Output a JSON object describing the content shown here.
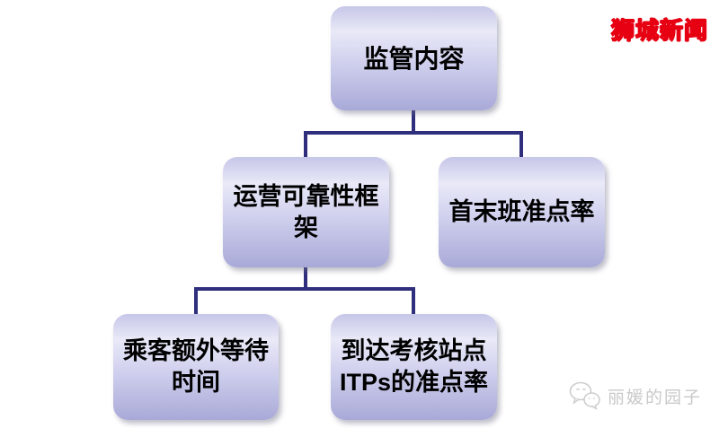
{
  "page": {
    "background_color": "#ffffff",
    "description": "Hierarchy diagram of metro regulation content"
  },
  "badge": {
    "text": "狮城新闻",
    "fill_color": "#ffff00",
    "outline_color": "#e60012"
  },
  "watermark": {
    "text": "丽媛的园子",
    "color": "#c9c9c9",
    "icon": "wechat-chat-bubbles-icon"
  },
  "diagram": {
    "type": "org-chart",
    "connector_color": "#2f2f7d",
    "box_gradient": [
      "#c6c6e8",
      "#e9e9f8",
      "#a9a9d8"
    ],
    "text_color": "#000000",
    "nodes": [
      {
        "id": "root",
        "label": "监管内容",
        "lines": [
          "监管内容"
        ],
        "parent": null
      },
      {
        "id": "reliability",
        "label": "运营可靠性框架",
        "lines": [
          "运营可靠性框",
          "架"
        ],
        "parent": "root"
      },
      {
        "id": "first-last",
        "label": "首末班准点率",
        "lines": [
          "首末班准点率"
        ],
        "parent": "root"
      },
      {
        "id": "ewt",
        "label": "乘客额外等待时间",
        "lines": [
          "乘客额外等待",
          "时间"
        ],
        "parent": "reliability"
      },
      {
        "id": "itps",
        "label": "到达考核站点ITPs的准点率",
        "lines": [
          "到达考核站点",
          "ITPs的准点率"
        ],
        "parent": "reliability"
      }
    ]
  }
}
